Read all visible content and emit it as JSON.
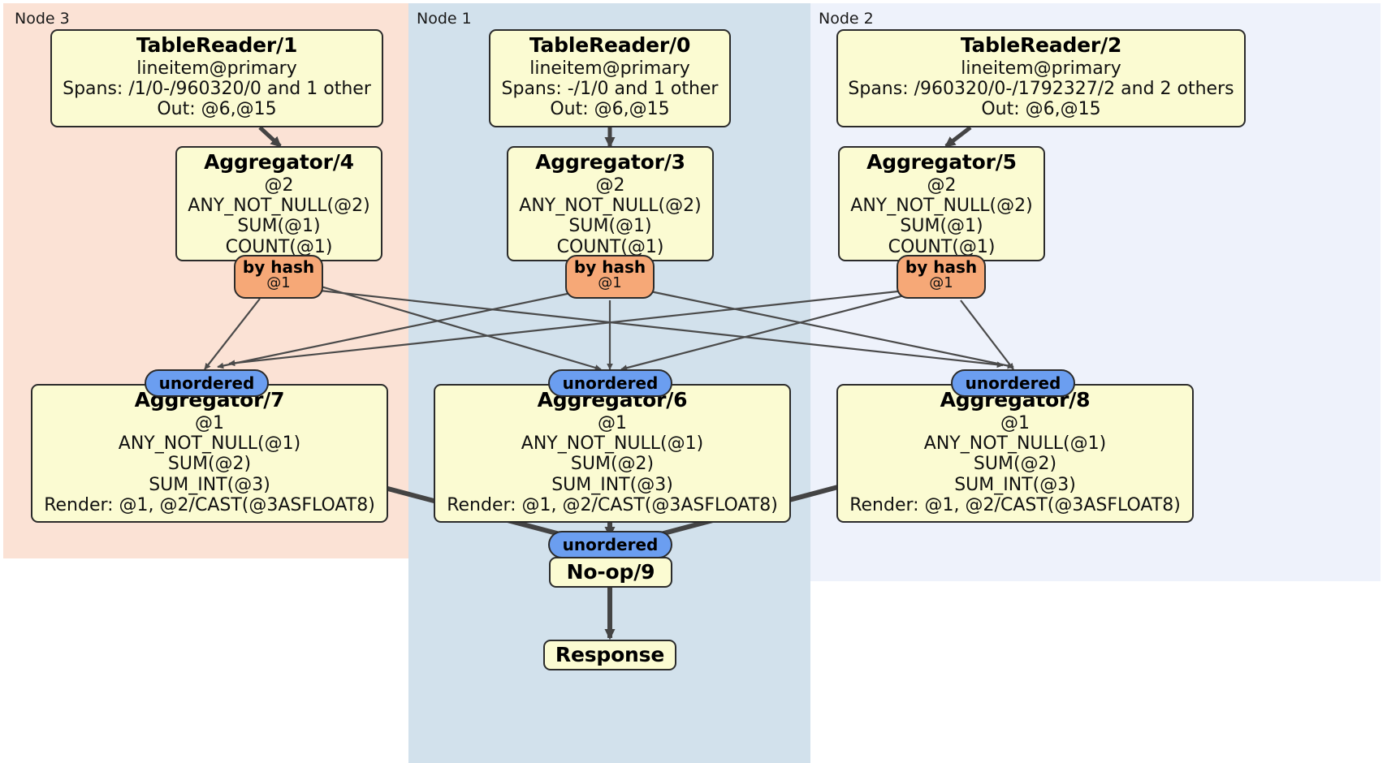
{
  "diagram": {
    "type": "distributed-query-plan",
    "title": "CockroachDB DistSQL physical plan",
    "colors": {
      "node3_panel": "#fbe2d5",
      "node1_panel": "#d2e1ec",
      "node2_panel": "#eef2fb",
      "processor_fill": "#fbfbd2",
      "processor_stroke": "#2b2b2b",
      "hash_badge": "#f6a877",
      "unordered_badge": "#6b9ef0",
      "edge_thin": "#4a4a4a",
      "edge_thick": "#444444"
    }
  },
  "nodes": [
    {
      "id": "node3",
      "label": "Node 3"
    },
    {
      "id": "node1",
      "label": "Node 1"
    },
    {
      "id": "node2",
      "label": "Node 2"
    }
  ],
  "processors": {
    "table_reader_1": {
      "title": "TableReader/1",
      "lines": [
        "lineitem@primary",
        "Spans: /1/0-/960320/0 and 1 other",
        "Out: @6,@15"
      ]
    },
    "table_reader_0": {
      "title": "TableReader/0",
      "lines": [
        "lineitem@primary",
        "Spans: -/1/0 and 1 other",
        "Out: @6,@15"
      ]
    },
    "table_reader_2": {
      "title": "TableReader/2",
      "lines": [
        "lineitem@primary",
        "Spans: /960320/0-/1792327/2 and 2 others",
        "Out: @6,@15"
      ]
    },
    "aggregator_4": {
      "title": "Aggregator/4",
      "lines": [
        "@2",
        "ANY_NOT_NULL(@2)",
        "SUM(@1)",
        "COUNT(@1)"
      ]
    },
    "aggregator_3": {
      "title": "Aggregator/3",
      "lines": [
        "@2",
        "ANY_NOT_NULL(@2)",
        "SUM(@1)",
        "COUNT(@1)"
      ]
    },
    "aggregator_5": {
      "title": "Aggregator/5",
      "lines": [
        "@2",
        "ANY_NOT_NULL(@2)",
        "SUM(@1)",
        "COUNT(@1)"
      ]
    },
    "aggregator_7": {
      "title": "Aggregator/7",
      "lines": [
        "@1",
        "ANY_NOT_NULL(@1)",
        "SUM(@2)",
        "SUM_INT(@3)",
        "Render: @1, @2/CAST(@3ASFLOAT8)"
      ]
    },
    "aggregator_6": {
      "title": "Aggregator/6",
      "lines": [
        "@1",
        "ANY_NOT_NULL(@1)",
        "SUM(@2)",
        "SUM_INT(@3)",
        "Render: @1, @2/CAST(@3ASFLOAT8)"
      ]
    },
    "aggregator_8": {
      "title": "Aggregator/8",
      "lines": [
        "@1",
        "ANY_NOT_NULL(@1)",
        "SUM(@2)",
        "SUM_INT(@3)",
        "Render: @1, @2/CAST(@3ASFLOAT8)"
      ]
    },
    "noop_9": {
      "title": "No-op/9",
      "lines": []
    },
    "response": {
      "title": "Response",
      "lines": []
    }
  },
  "badges": {
    "hash_left": {
      "line1": "by hash",
      "line2": "@1"
    },
    "hash_center": {
      "line1": "by hash",
      "line2": "@1"
    },
    "hash_right": {
      "line1": "by hash",
      "line2": "@1"
    },
    "unordered_left": {
      "label": "unordered"
    },
    "unordered_center": {
      "label": "unordered"
    },
    "unordered_right": {
      "label": "unordered"
    },
    "unordered_final": {
      "label": "unordered"
    }
  }
}
